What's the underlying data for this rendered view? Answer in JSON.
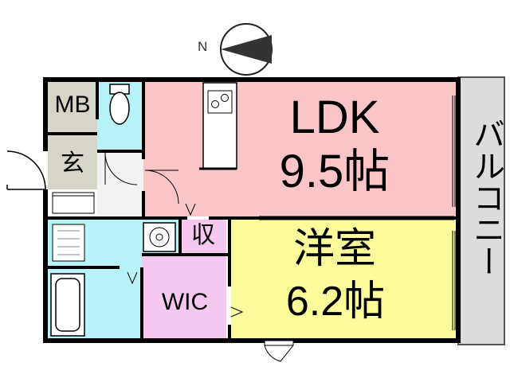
{
  "compass": {
    "north_letter": "N"
  },
  "rooms": {
    "mb": "MB",
    "genkan": "玄",
    "ldk": {
      "name": "LDK",
      "size": "9.5帖"
    },
    "youshitsu": {
      "name": "洋室",
      "size": "6.2帖"
    },
    "wic": "WIC",
    "shuno": "収",
    "balcony": "バルコニー"
  },
  "colors": {
    "ldk": "#f9c5c7",
    "youshitsu": "#fbfb9c",
    "wic": "#f6c8f0",
    "wet_areas": "#b9f2f7",
    "storage": "#d7d5c7",
    "balcony": "#dcdcdc",
    "wall": "#000000"
  }
}
